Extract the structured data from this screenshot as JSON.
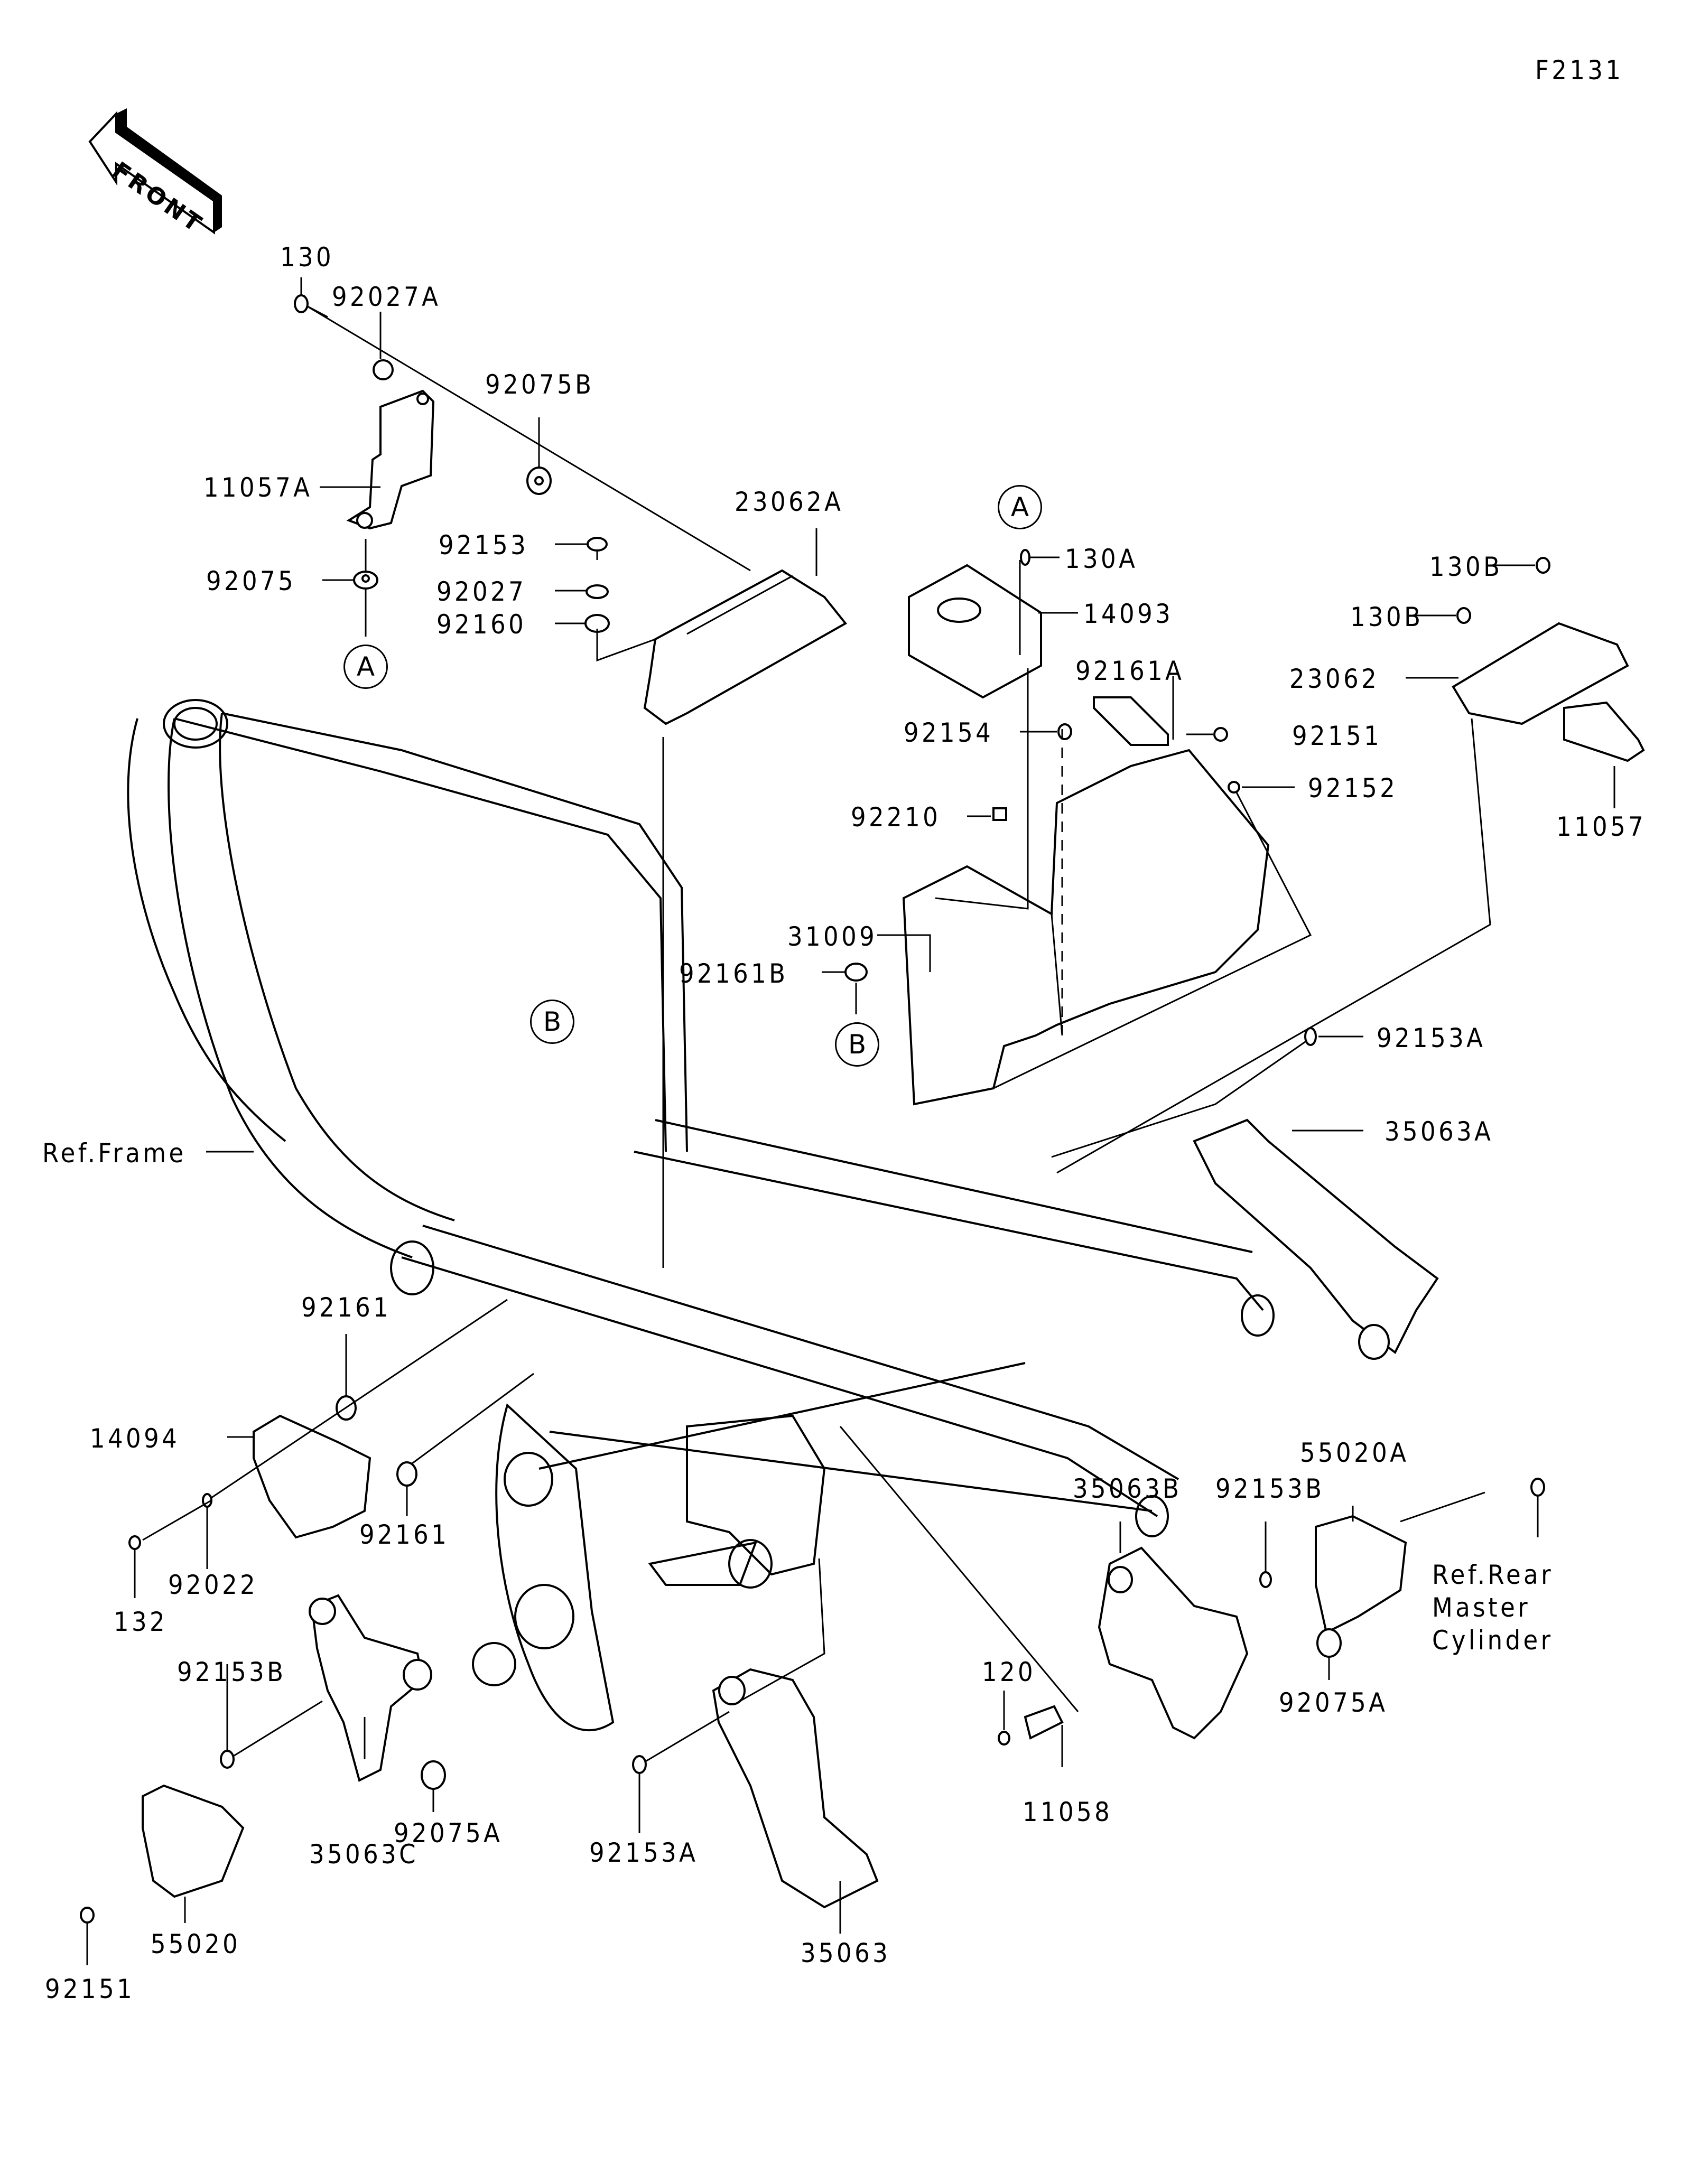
{
  "diagram": {
    "code": "F2131",
    "direction_marker": "FRONT",
    "callouts": [
      {
        "id": "c-130",
        "text": "130"
      },
      {
        "id": "c-92027A",
        "text": "92027A"
      },
      {
        "id": "c-92075B",
        "text": "92075B"
      },
      {
        "id": "c-11057A",
        "text": "11057A"
      },
      {
        "id": "c-92075",
        "text": "92075"
      },
      {
        "id": "c-92153",
        "text": "92153"
      },
      {
        "id": "c-92027",
        "text": "92027"
      },
      {
        "id": "c-92160",
        "text": "92160"
      },
      {
        "id": "c-23062A",
        "text": "23062A"
      },
      {
        "id": "c-130A",
        "text": "130A"
      },
      {
        "id": "c-14093",
        "text": "14093"
      },
      {
        "id": "c-130B-1",
        "text": "130B"
      },
      {
        "id": "c-130B-2",
        "text": "130B"
      },
      {
        "id": "c-23062",
        "text": "23062"
      },
      {
        "id": "c-11057",
        "text": "11057"
      },
      {
        "id": "c-92161A",
        "text": "92161A"
      },
      {
        "id": "c-92154",
        "text": "92154"
      },
      {
        "id": "c-92151-top",
        "text": "92151"
      },
      {
        "id": "c-92152",
        "text": "92152"
      },
      {
        "id": "c-92210",
        "text": "92210"
      },
      {
        "id": "c-31009",
        "text": "31009"
      },
      {
        "id": "c-92161B",
        "text": "92161B"
      },
      {
        "id": "c-92153A-top",
        "text": "92153A"
      },
      {
        "id": "c-35063A",
        "text": "35063A"
      },
      {
        "id": "c-ref-frame",
        "text": "Ref.Frame"
      },
      {
        "id": "c-92161-1",
        "text": "92161"
      },
      {
        "id": "c-14094",
        "text": "14094"
      },
      {
        "id": "c-92161-2",
        "text": "92161"
      },
      {
        "id": "c-92022",
        "text": "92022"
      },
      {
        "id": "c-132",
        "text": "132"
      },
      {
        "id": "c-35063B",
        "text": "35063B"
      },
      {
        "id": "c-92153B-right",
        "text": "92153B"
      },
      {
        "id": "c-55020A",
        "text": "55020A"
      },
      {
        "id": "c-ref-rear-master",
        "text": "Ref.Rear\nMaster\nCylinder"
      },
      {
        "id": "c-120",
        "text": "120"
      },
      {
        "id": "c-11058",
        "text": "11058"
      },
      {
        "id": "c-92075A-right",
        "text": "92075A"
      },
      {
        "id": "c-92153B-left",
        "text": "92153B"
      },
      {
        "id": "c-35063C",
        "text": "35063C"
      },
      {
        "id": "c-92075A-left",
        "text": "92075A"
      },
      {
        "id": "c-92153A-bottom",
        "text": "92153A"
      },
      {
        "id": "c-55020",
        "text": "55020"
      },
      {
        "id": "c-92151-bottom",
        "text": "92151"
      },
      {
        "id": "c-35063",
        "text": "35063"
      }
    ],
    "reference_markers": [
      {
        "id": "ref-A-1",
        "text": "A"
      },
      {
        "id": "ref-A-2",
        "text": "A"
      },
      {
        "id": "ref-B-1",
        "text": "B"
      },
      {
        "id": "ref-B-2",
        "text": "B"
      }
    ]
  }
}
